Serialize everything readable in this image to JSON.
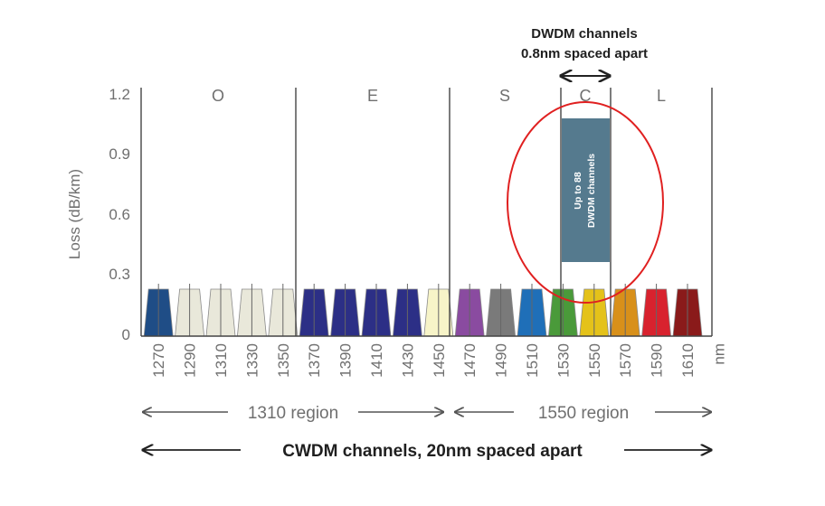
{
  "dwdm_header": {
    "line1": "DWDM channels",
    "line2": "0.8nm spaced apart"
  },
  "y_axis": {
    "label": "Loss (dB/km)",
    "ticks": [
      "1.2",
      "0.9",
      "0.6",
      "0.3",
      "0"
    ]
  },
  "bands": [
    "O",
    "E",
    "S",
    "C",
    "L"
  ],
  "x_axis": {
    "ticks": [
      "1270",
      "1290",
      "1310",
      "1330",
      "1350",
      "1370",
      "1390",
      "1410",
      "1430",
      "1450",
      "1470",
      "1490",
      "1510",
      "1530",
      "1550",
      "1570",
      "1590",
      "1610"
    ],
    "unit": "nm"
  },
  "cwdm_channels": [
    {
      "wavelength": 1270,
      "color": "#1f4d86"
    },
    {
      "wavelength": 1290,
      "color": "#e9e8da"
    },
    {
      "wavelength": 1310,
      "color": "#e9e8da"
    },
    {
      "wavelength": 1330,
      "color": "#e9e8da"
    },
    {
      "wavelength": 1350,
      "color": "#e9e8da"
    },
    {
      "wavelength": 1370,
      "color": "#2c2f86"
    },
    {
      "wavelength": 1390,
      "color": "#2c2f86"
    },
    {
      "wavelength": 1410,
      "color": "#2c2f86"
    },
    {
      "wavelength": 1430,
      "color": "#2c2f86"
    },
    {
      "wavelength": 1450,
      "color": "#f7f4c8"
    },
    {
      "wavelength": 1470,
      "color": "#8a4ba0"
    },
    {
      "wavelength": 1490,
      "color": "#7a7a7a"
    },
    {
      "wavelength": 1510,
      "color": "#1f6fb8"
    },
    {
      "wavelength": 1530,
      "color": "#4a9a3a"
    },
    {
      "wavelength": 1550,
      "color": "#e4c21a"
    },
    {
      "wavelength": 1570,
      "color": "#d8901a"
    },
    {
      "wavelength": 1590,
      "color": "#d8222e"
    },
    {
      "wavelength": 1610,
      "color": "#8a1a1a"
    }
  ],
  "dwdm_block": {
    "line1": "Up to 88",
    "line2": "DWDM channels",
    "color": "#557a8e"
  },
  "highlight_color": "#e02020",
  "regions": {
    "r1310": "1310 region",
    "r1550": "1550 region",
    "cwdm": "CWDM channels, 20nm spaced apart"
  }
}
